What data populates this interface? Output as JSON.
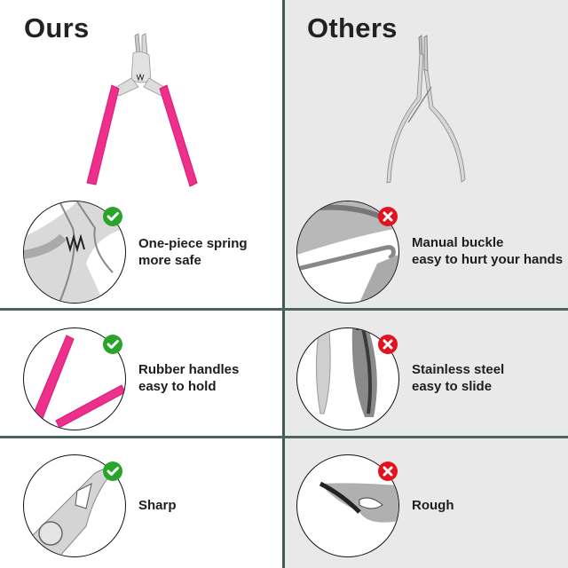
{
  "left": {
    "title": "Ours",
    "features": [
      {
        "line1": "One-piece spring",
        "line2": "more safe",
        "badge": "check-icon"
      },
      {
        "line1": "Rubber handles",
        "line2": "easy to hold",
        "badge": "check-icon"
      },
      {
        "line1": "Sharp",
        "line2": "",
        "badge": "check-icon"
      }
    ]
  },
  "right": {
    "title": "Others",
    "features": [
      {
        "line1": "Manual buckle",
        "line2": "easy to hurt your hands",
        "badge": "cross-icon"
      },
      {
        "line1": "Stainless steel",
        "line2": "easy to slide",
        "badge": "cross-icon"
      },
      {
        "line1": "Rough",
        "line2": "",
        "badge": "cross-icon"
      }
    ]
  },
  "colors": {
    "check": "#2aa52a",
    "cross": "#e0131f",
    "handle_pink": "#ee2f8c",
    "divider": "#3d5a57",
    "right_bg": "#e9e9e9"
  }
}
